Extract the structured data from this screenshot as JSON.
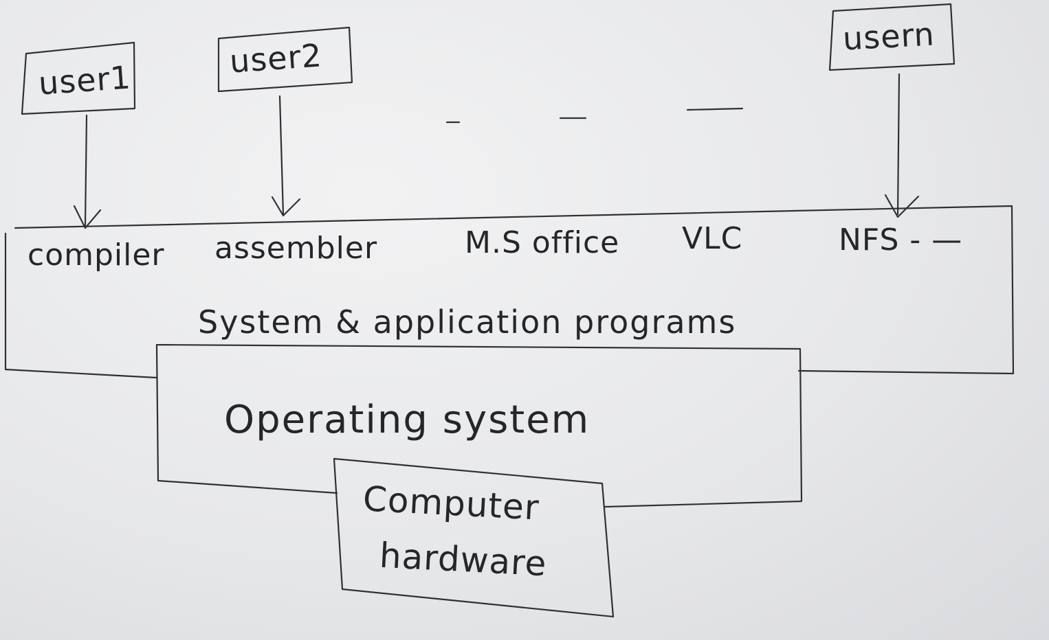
{
  "users": {
    "user1": "user1",
    "user2": "user2",
    "usern": "usern",
    "ellipsis": ". . -  —   —"
  },
  "programs": {
    "items": [
      "compiler",
      "assembler",
      "M.S office",
      "VLC",
      "NFS - —"
    ],
    "caption": "System & application programs"
  },
  "os": {
    "label": "Operating system"
  },
  "hardware": {
    "line1": "Computer",
    "line2": "hardware"
  }
}
